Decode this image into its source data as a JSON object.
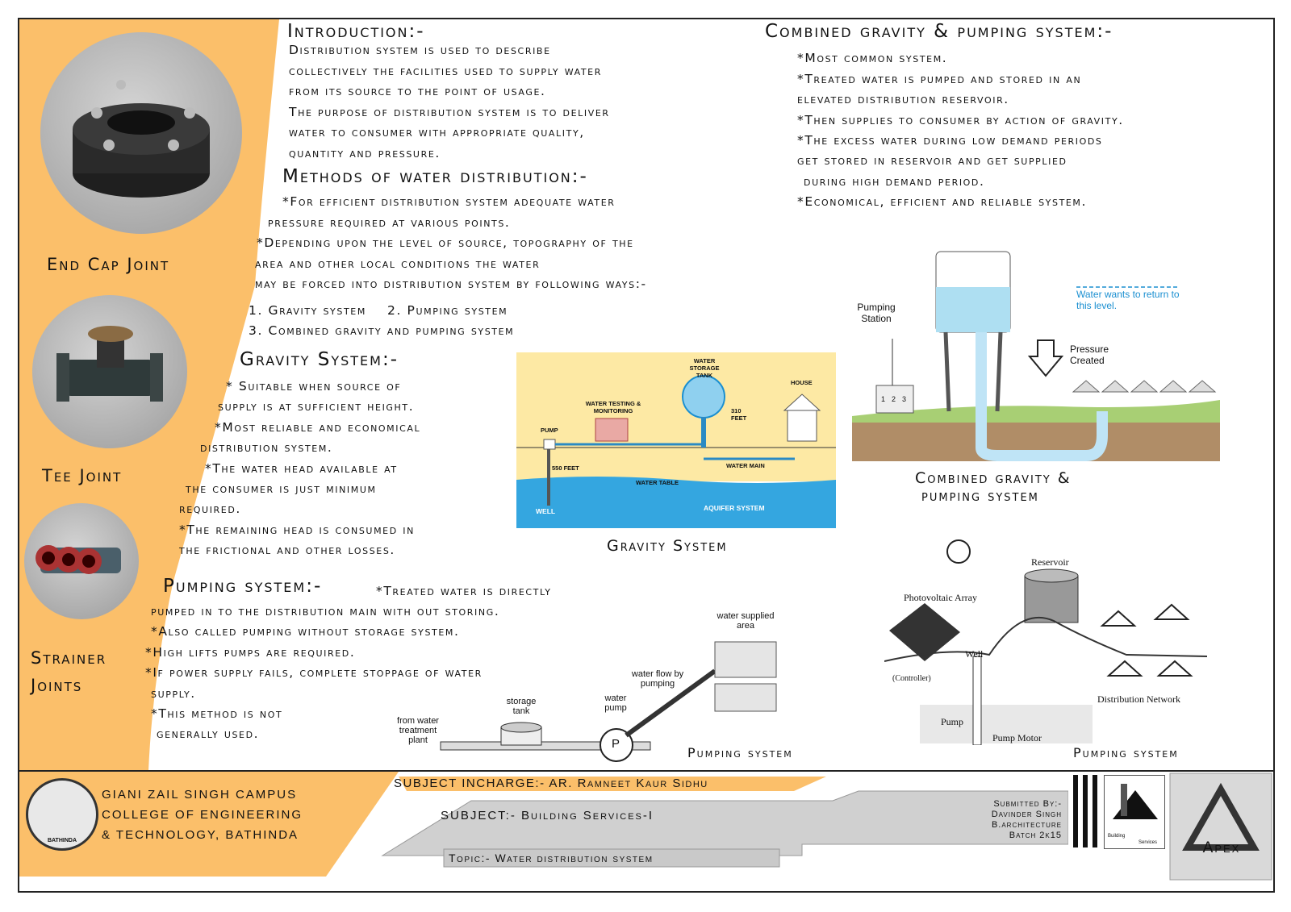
{
  "intro": {
    "heading": "Introduction:-",
    "lines": [
      "Distribution system is used to describe",
      "collectively the facilities used to supply water",
      "from its source to the point of usage.",
      "The purpose of distribution system is to deliver",
      "water to consumer with appropriate quality,",
      "quantity and pressure."
    ]
  },
  "methods": {
    "heading": "Methods of water distribution:-",
    "lines": [
      "*For efficient distribution system adequate water",
      "pressure required at various points.",
      "*Depending upon the level of source, topography of the",
      "area and other local conditions the water",
      "may be forced into distribution system by following ways:-",
      "1. Gravity system    2. Pumping system",
      "3. Combined gravity and pumping system"
    ]
  },
  "gravity": {
    "heading": "Gravity System:-",
    "lines": [
      "* Suitable when source of",
      "supply is at sufficient height.",
      "*Most reliable and economical",
      "distribution system.",
      "*The water head available at",
      "the consumer is just minimum",
      "required.",
      "*The remaining head is consumed in",
      "the frictional and other losses."
    ],
    "caption": "Gravity System",
    "diagram": {
      "water_storage_tank": "WATER STORAGE TANK",
      "house": "HOUSE",
      "testing": "WATER TESTING & MONITORING",
      "pump": "PUMP",
      "feet310": "310 FEET",
      "feet550": "550 FEET",
      "water_main": "WATER MAIN",
      "water_table": "WATER TABLE",
      "well": "WELL",
      "aquifer": "AQUIFER SYSTEM"
    }
  },
  "pumping": {
    "heading": "Pumping system:-",
    "first_line": "*Treated water is directly",
    "lines": [
      "pumped in to the distribution main with out storing.",
      "*Also called pumping without storage system.",
      "*High lifts pumps are required.",
      "*If power supply fails, complete stoppage of water",
      "supply.",
      "*This method is not",
      "generally used."
    ],
    "caption1": "Pumping system",
    "caption2": "Pumping system",
    "diagram1": {
      "supplied_area": "water supplied area",
      "flow_by_pumping": "water flow by pumping",
      "storage_tank": "storage tank",
      "water_pump": "water pump",
      "from_plant": "from water treatment plant",
      "p": "P"
    },
    "diagram2": {
      "reservoir": "Reservoir",
      "pv_array": "Photovoltaic Array",
      "well": "Well",
      "controller": "(Controller)",
      "pump": "Pump",
      "pump_motor": "Pump Motor",
      "network": "Distribution Network"
    }
  },
  "combined": {
    "heading": "Combined gravity & pumping system:-",
    "lines": [
      "*Most common system.",
      "*Treated water is pumped and stored in an",
      "elevated distribution reservoir.",
      "*Then supplies to consumer by action of gravity.",
      "*The excess water during low demand periods",
      "get stored in reservoir and get supplied",
      "during high demand period.",
      "*Economical, efficient and reliable system."
    ],
    "caption_l1": "Combined gravity &",
    "caption_l2": "pumping system",
    "diagram": {
      "pumping_station": "Pumping Station",
      "return_level": "Water wants to return to this level.",
      "pressure": "Pressure Created",
      "n1": "1",
      "n2": "2",
      "n3": "3"
    }
  },
  "joints": {
    "end_cap": "End Cap Joint",
    "tee": "Tee Joint",
    "strainer_l1": "Strainer",
    "strainer_l2": "Joints"
  },
  "footer": {
    "college_l1": "GIANI ZAIL SINGH CAMPUS",
    "college_l2": "COLLEGE OF ENGINEERING",
    "college_l3": "& TECHNOLOGY, BATHINDA",
    "seal_text": "BATHINDA",
    "incharge": "SUBJECT INCHARGE:- AR. Ramneet Kaur Sidhu",
    "subject": "SUBJECT:- Building Services-I",
    "topic": "Topic:- Water distribution system",
    "submitted_l1": "Submitted By:-",
    "submitted_l2": "Davinder Singh",
    "submitted_l3": "B.architecture",
    "submitted_l4": "Batch 2k15",
    "bs_l1": "Building",
    "bs_l2": "Services",
    "apex": "Apex"
  },
  "colors": {
    "orange": "#fbbf6a",
    "border": "#222222",
    "water": "#34a6e0",
    "sand": "#fde9a4",
    "sky_blue": "#b9e3f3",
    "gray_box": "#d9d9d9",
    "footer_gray": "#c9c9c9",
    "accent_blue": "#1a8fd1"
  }
}
